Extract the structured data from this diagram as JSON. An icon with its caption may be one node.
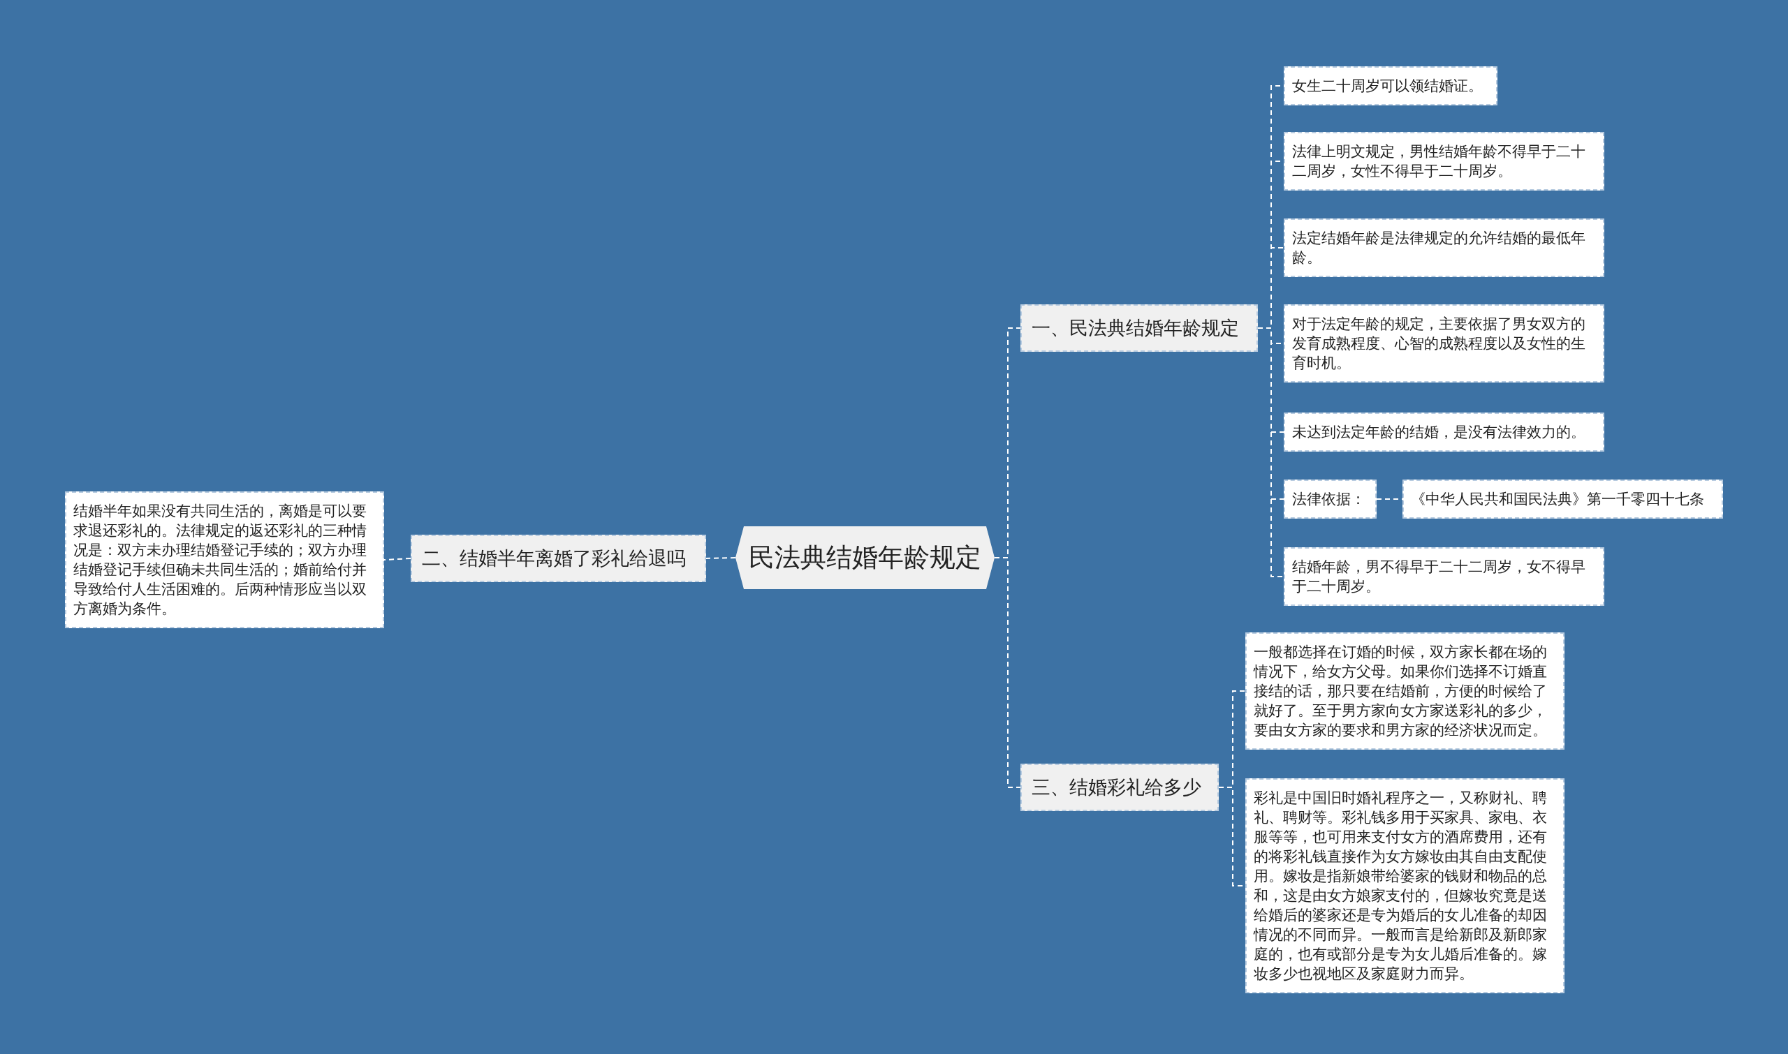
{
  "diagram": {
    "nodes": [
      {
        "text": [
          "民法典结婚年龄规定"
        ]
      },
      {
        "text": [
          "一、民法典结婚年龄规定"
        ]
      },
      {
        "text": [
          "女生二十周岁可以领结婚证。"
        ]
      },
      {
        "text": [
          "法律上明文规定，男性结婚年龄不得早于二十二周岁，女性不得早于二十周岁。"
        ]
      },
      {
        "text": [
          "法定结婚年龄是法律规定的允许结婚的最低年龄。"
        ]
      },
      {
        "text": [
          "对于法定年龄的规定，主要依据了男女双方的发育成熟程度、心智的成熟程度以及女性的生育时机。"
        ]
      },
      {
        "text": [
          "未达到法定年龄的结婚，是没有法律效力的。"
        ]
      },
      {
        "text": [
          "法律依据："
        ]
      },
      {
        "text": [
          "《中华人民共和国民法典》第一千零四十七条"
        ]
      },
      {
        "text": [
          "结婚年龄，男不得早于二十二周岁，女不得早于二十周岁。"
        ]
      },
      {
        "text": [
          "二、结婚半年离婚了彩礼给退吗"
        ]
      },
      {
        "text": [
          "结婚半年如果没有共同生活的，离婚是可以要求退还彩礼的。法律规定的返还彩礼的三种情况是：双方未办理结婚登记手续的；双方办理结婚登记手续但确未共同生活的；婚前给付并导致给付人生活困难的。后两种情形应当以双方离婚为条件。"
        ]
      },
      {
        "text": [
          "三、结婚彩礼给多少"
        ]
      },
      {
        "text": [
          "一般都选择在订婚的时候，双方家长都在场的情况下，给女方父母。如果你们选择不订婚直接结的话，那只要在结婚前，方便的时候给了就好了。至于男方家向女方家送彩礼的多少，要由女方家的要求和男方家的经济状况而定。"
        ]
      },
      {
        "text": [
          "彩礼是中国旧时婚礼程序之一，又称财礼、聘礼、聘财等。彩礼钱多用于买家具、家电、衣服等等，也可用来支付女方的酒席费用，还有的将彩礼钱直接作为女方嫁妆由其自由支配使用。嫁妆是指新娘带给婆家的钱财和物品的总和，这是由女方娘家支付的，但嫁妆究竟是送给婚后的婆家还是专为婚后的女儿准备的却因情况的不同而异。一般而言是给新郎及新郎家庭的，也有或部分是专为女儿婚后准备的。嫁妆多少也视地区及家庭财力而异。"
        ]
      }
    ],
    "edges": [
      {
        "from": 0,
        "to": 1,
        "arrow": "none",
        "style": "dashed"
      },
      {
        "from": 0,
        "to": 10,
        "arrow": "none",
        "style": "dashed"
      },
      {
        "from": 0,
        "to": 12,
        "arrow": "none",
        "style": "dashed"
      },
      {
        "from": 1,
        "to": 2,
        "arrow": "none",
        "style": "dashed"
      },
      {
        "from": 1,
        "to": 3,
        "arrow": "none",
        "style": "dashed"
      },
      {
        "from": 1,
        "to": 4,
        "arrow": "none",
        "style": "dashed"
      },
      {
        "from": 1,
        "to": 5,
        "arrow": "none",
        "style": "dashed"
      },
      {
        "from": 1,
        "to": 6,
        "arrow": "none",
        "style": "dashed"
      },
      {
        "from": 1,
        "to": 7,
        "arrow": "none",
        "style": "dashed"
      },
      {
        "from": 7,
        "to": 8,
        "arrow": "none",
        "style": "dashed"
      },
      {
        "from": 1,
        "to": 9,
        "arrow": "none",
        "style": "dashed"
      },
      {
        "from": 10,
        "to": 11,
        "arrow": "none",
        "style": "dashed"
      },
      {
        "from": 12,
        "to": 13,
        "arrow": "none",
        "style": "dashed"
      },
      {
        "from": 12,
        "to": 14,
        "arrow": "none",
        "style": "dashed"
      }
    ]
  }
}
